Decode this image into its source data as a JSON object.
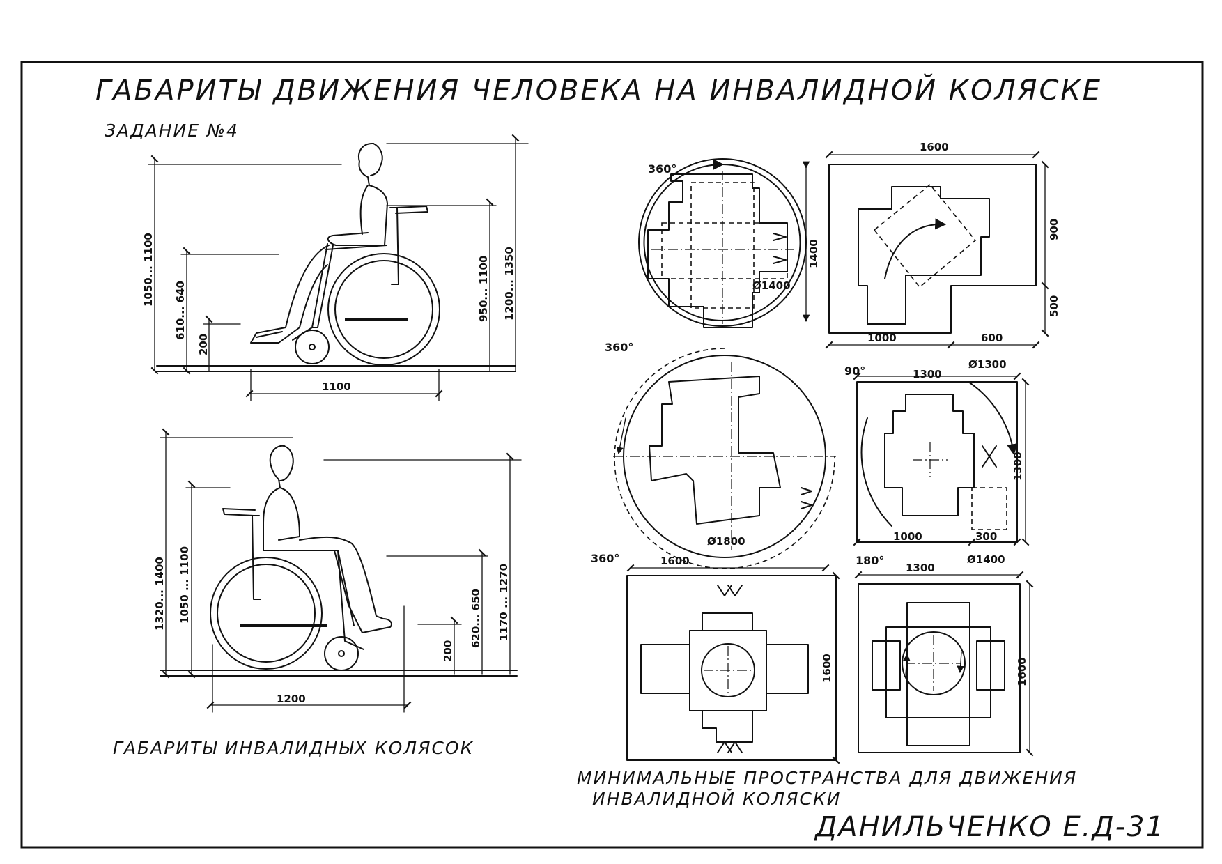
{
  "sheet": {
    "title": "ГАБАРИТЫ ДВИЖЕНИЯ ЧЕЛОВЕКА НА ИНВАЛИДНОЙ КОЛЯСКЕ",
    "subtitle": "ЗАДАНИЕ №4",
    "caption_left": "ГАБАРИТЫ ИНВАЛИДНЫХ КОЛЯСОК",
    "caption_right_line1": "МИНИМАЛЬНЫЕ ПРОСТРАНСТВА ДЛЯ ДВИЖЕНИЯ",
    "caption_right_line2": "ИНВАЛИДНОЙ КОЛЯСКИ",
    "signature": "ДАНИЛЬЧЕНКО Е.Д-31"
  },
  "side_view_female": {
    "dim_1050_1100": "1050... 1100",
    "dim_610_640": "610... 640",
    "dim_200": "200",
    "dim_950_1100": "950... 1100",
    "dim_1200_1350": "1200... 1350",
    "dim_1100": "1100"
  },
  "side_view_male": {
    "dim_1320_1400": "1320... 1400",
    "dim_1050_1100": "1050 ... 1100",
    "dim_200": "200",
    "dim_620_650": "620... 650",
    "dim_1170_1270": "1170 ... 1270",
    "dim_1200": "1200"
  },
  "plan_circle_1400": {
    "angle": "360°",
    "diameter": "Ø1400",
    "dim_1400": "1400"
  },
  "plan_corner_turn": {
    "dim_1600": "1600",
    "dim_900": "900",
    "dim_500": "500",
    "dim_1000": "1000",
    "dim_600": "600"
  },
  "plan_circle_1800": {
    "angle": "360°",
    "diameter": "Ø1800"
  },
  "plan_turn_90": {
    "angle": "90°",
    "diameter": "Ø1300",
    "dim_1300_top": "1300",
    "dim_1300_side": "1300",
    "dim_1000": "1000",
    "dim_300": "300"
  },
  "plan_square_1600": {
    "angle": "360°",
    "dim_1600_top": "1600",
    "dim_1600_side": "1600"
  },
  "plan_turn_180": {
    "angle": "180°",
    "diameter": "Ø1400",
    "dim_1300": "1300",
    "dim_1600": "1600"
  }
}
